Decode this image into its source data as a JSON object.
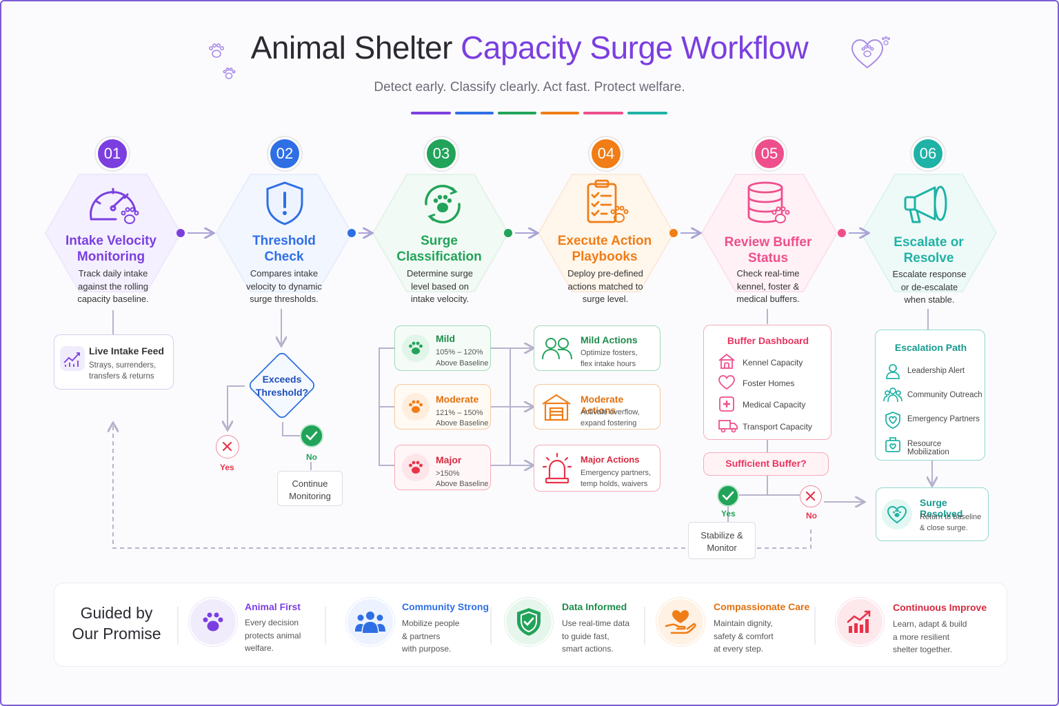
{
  "header": {
    "title_part1": "Animal Shelter",
    "title_part2": "Capacity Surge Workflow",
    "subtitle": "Detect early. Classify clearly. Act fast. Protect welfare."
  },
  "accent_colors": [
    "#7b3fe0",
    "#2f6fe4",
    "#22a35a",
    "#f07d16",
    "#ee4f8c",
    "#1fb2a6"
  ],
  "steps": [
    {
      "num": "01",
      "title_line1": "Intake Velocity",
      "title_line2": "Monitoring",
      "desc_line1": "Track daily intake",
      "desc_line2": "against the rolling",
      "desc_line3": "capacity baseline.",
      "icon": "speedometer-icon",
      "color": "#7b3fe0"
    },
    {
      "num": "02",
      "title_line1": "Threshold",
      "title_line2": "Check",
      "desc_line1": "Compares intake",
      "desc_line2": "velocity to dynamic",
      "desc_line3": "surge thresholds.",
      "icon": "shield-alert-icon",
      "color": "#2f6fe4"
    },
    {
      "num": "03",
      "title_line1": "Surge",
      "title_line2": "Classification",
      "desc_line1": "Determine surge",
      "desc_line2": "level based on",
      "desc_line3": "intake velocity.",
      "icon": "paw-cycle-icon",
      "color": "#22a35a"
    },
    {
      "num": "04",
      "title_line1": "Execute Action",
      "title_line2": "Playbooks",
      "desc_line1": "Deploy pre-defined",
      "desc_line2": "actions matched to",
      "desc_line3": "surge level.",
      "icon": "clipboard-icon",
      "color": "#f07d16"
    },
    {
      "num": "05",
      "title_line1": "Review Buffer",
      "title_line2": "Status",
      "desc_line1": "Check real-time",
      "desc_line2": "kennel, foster &",
      "desc_line3": "medical buffers.",
      "icon": "database-icon",
      "color": "#ee4f8c"
    },
    {
      "num": "06",
      "title_line1": "Escalate or",
      "title_line2": "Resolve",
      "desc_line1": "Escalate response",
      "desc_line2": "or de-escalate",
      "desc_line3": "when stable.",
      "icon": "megaphone-icon",
      "color": "#1fb2a6"
    }
  ],
  "intake_feed": {
    "title": "Live Intake Feed",
    "line1": "Strays, surrenders,",
    "line2": "transfers & returns"
  },
  "decision": {
    "line1": "Exceeds",
    "line2": "Threshold?",
    "yes": "Yes",
    "no": "No",
    "continue_line1": "Continue",
    "continue_line2": "Monitoring"
  },
  "levels": [
    {
      "name": "Mild",
      "range": "105% – 120%",
      "note": "Above Baseline",
      "color": "#22a35a"
    },
    {
      "name": "Moderate",
      "range": "121% – 150%",
      "note": "Above Baseline",
      "color": "#f07d16"
    },
    {
      "name": "Major",
      "range": ">150%",
      "note": "Above Baseline",
      "color": "#e8334a"
    }
  ],
  "actions": [
    {
      "name": "Mild Actions",
      "line1": "Optimize fosters,",
      "line2": "flex intake hours",
      "color": "#22a35a"
    },
    {
      "name": "Moderate Actions",
      "line1": "Activate overflow,",
      "line2": "expand fostering",
      "color": "#f07d16"
    },
    {
      "name": "Major Actions",
      "line1": "Emergency partners,",
      "line2": "temp holds, waivers",
      "color": "#e8334a"
    }
  ],
  "buffer": {
    "title": "Buffer Dashboard",
    "items": [
      "Kennel Capacity",
      "Foster Homes",
      "Medical Capacity",
      "Transport Capacity"
    ],
    "question": "Sufficient Buffer?",
    "yes": "Yes",
    "no": "No",
    "stabilize_line1": "Stabilize &",
    "stabilize_line2": "Monitor"
  },
  "escalation": {
    "title": "Escalation Path",
    "items": [
      "Leadership Alert",
      "Community Outreach",
      "Emergency Partners",
      "Resource Mobilization"
    ]
  },
  "resolved": {
    "title": "Surge Resolved",
    "line1": "Return to baseline",
    "line2": "& close surge."
  },
  "promise": {
    "heading_line1": "Guided by",
    "heading_line2": "Our Promise",
    "items": [
      {
        "title": "Animal First",
        "l1": "Every decision",
        "l2": "protects animal",
        "l3": "welfare.",
        "color": "#7b3fe0",
        "icon": "paw-icon"
      },
      {
        "title": "Community Strong",
        "l1": "Mobilize people",
        "l2": "& partners",
        "l3": "with purpose.",
        "color": "#2f6fe4",
        "icon": "people-icon"
      },
      {
        "title": "Data Informed",
        "l1": "Use real-time data",
        "l2": "to guide fast,",
        "l3": "smart actions.",
        "color": "#22a35a",
        "icon": "shield-check-icon"
      },
      {
        "title": "Compassionate Care",
        "l1": "Maintain dignity,",
        "l2": "safety & comfort",
        "l3": "at every step.",
        "color": "#f07d16",
        "icon": "heart-hand-icon"
      },
      {
        "title": "Continuous Improve",
        "l1": "Learn, adapt & build",
        "l2": "a more resilient",
        "l3": "shelter together.",
        "color": "#e8334a",
        "icon": "growth-chart-icon"
      }
    ]
  }
}
